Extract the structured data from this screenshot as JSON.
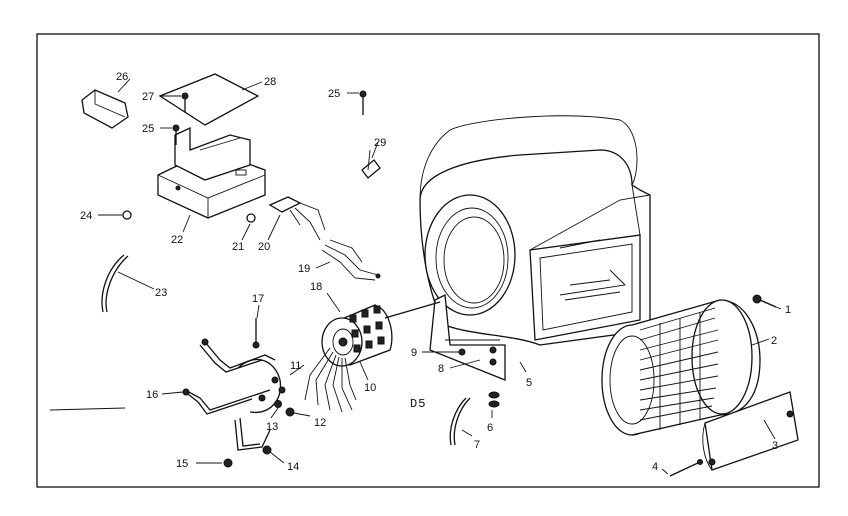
{
  "figure_code": "D5",
  "parts": [
    {
      "id": "p1",
      "number": "1"
    },
    {
      "id": "p2",
      "number": "2"
    },
    {
      "id": "p3",
      "number": "3"
    },
    {
      "id": "p4",
      "number": "4"
    },
    {
      "id": "p5",
      "number": "5"
    },
    {
      "id": "p6",
      "number": "6"
    },
    {
      "id": "p7",
      "number": "7"
    },
    {
      "id": "p8",
      "number": "8"
    },
    {
      "id": "p9",
      "number": "9"
    },
    {
      "id": "p10",
      "number": "10"
    },
    {
      "id": "p11",
      "number": "11"
    },
    {
      "id": "p12",
      "number": "12"
    },
    {
      "id": "p13",
      "number": "13"
    },
    {
      "id": "p14",
      "number": "14"
    },
    {
      "id": "p15",
      "number": "15"
    },
    {
      "id": "p16",
      "number": "16"
    },
    {
      "id": "p17",
      "number": "17"
    },
    {
      "id": "p18",
      "number": "18"
    },
    {
      "id": "p19",
      "number": "19"
    },
    {
      "id": "p20",
      "number": "20"
    },
    {
      "id": "p21",
      "number": "21"
    },
    {
      "id": "p22",
      "number": "22"
    },
    {
      "id": "p23",
      "number": "23"
    },
    {
      "id": "p24",
      "number": "24"
    },
    {
      "id": "p25a",
      "number": "25"
    },
    {
      "id": "p25b",
      "number": "25"
    },
    {
      "id": "p26",
      "number": "26"
    },
    {
      "id": "p27",
      "number": "27"
    },
    {
      "id": "p28",
      "number": "28"
    },
    {
      "id": "p29",
      "number": "29"
    }
  ]
}
